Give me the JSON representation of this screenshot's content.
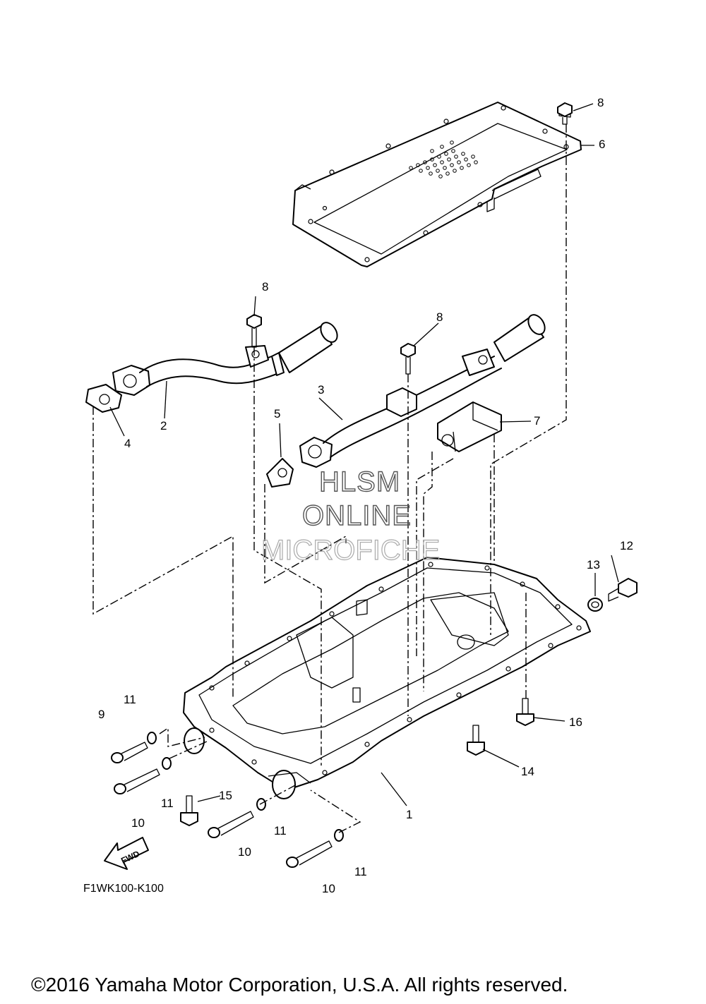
{
  "callouts": {
    "c1": "1",
    "c2": "2",
    "c3": "3",
    "c4": "4",
    "c5": "5",
    "c6": "6",
    "c7": "7",
    "c8a": "8",
    "c8b": "8",
    "c8c": "8",
    "c9": "9",
    "c10a": "10",
    "c10b": "10",
    "c10c": "10",
    "c11a": "11",
    "c11b": "11",
    "c11c": "11",
    "c11d": "11",
    "c12": "12",
    "c13": "13",
    "c14": "14",
    "c15": "15",
    "c16": "16"
  },
  "watermark": {
    "line1": "HLSM",
    "line2": "ONLINE",
    "line3": "MICROFICHE"
  },
  "fwd_label": "FWD",
  "diagram_code": "F1WK100-K100",
  "copyright": "©2016 Yamaha Motor Corporation, U.S.A. All rights reserved."
}
